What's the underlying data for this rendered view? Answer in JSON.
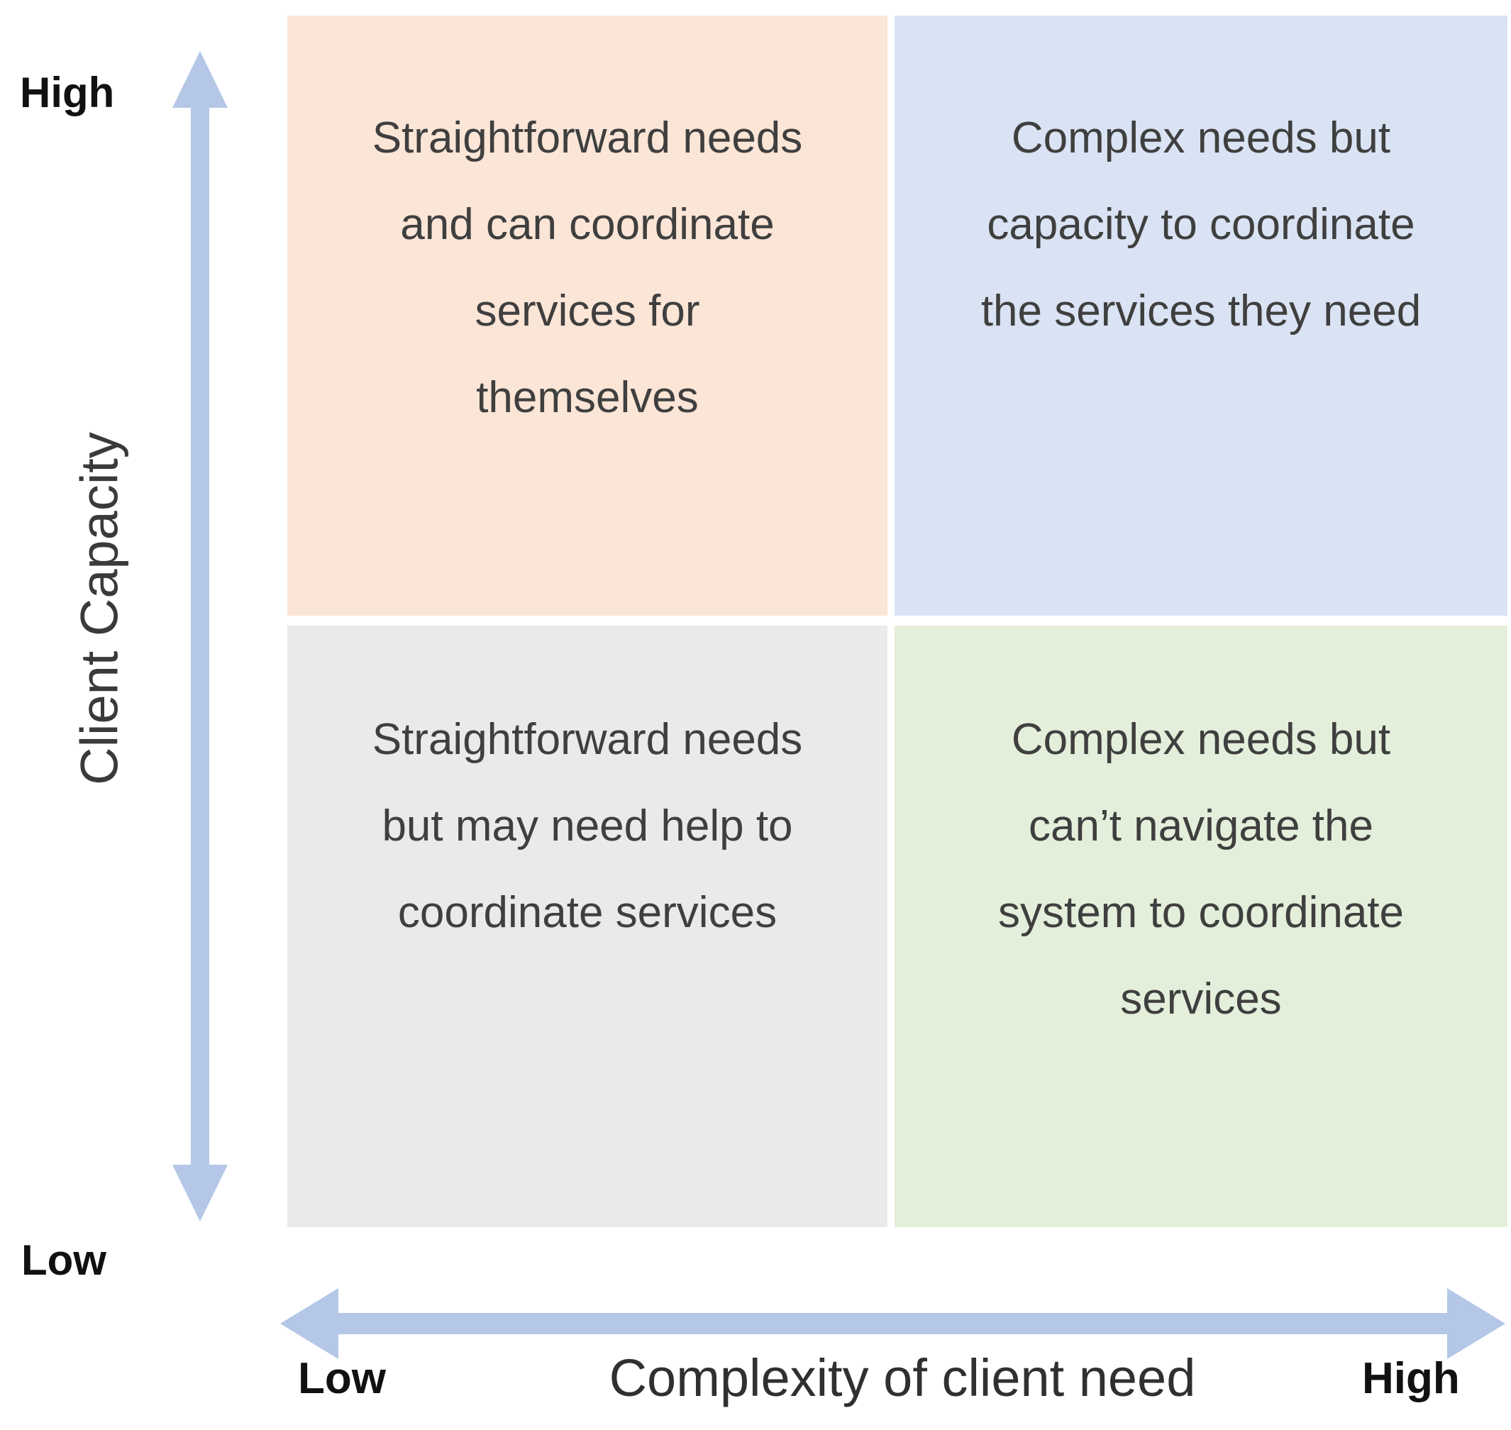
{
  "diagram": {
    "y_axis": {
      "title": "Client Capacity",
      "high_label": "High",
      "low_label": "Low"
    },
    "x_axis": {
      "title": "Complexity of client need",
      "low_label": "Low",
      "high_label": "High"
    },
    "quadrants": {
      "top_left": {
        "color": "#fbe5d6",
        "lines": [
          "Straightforward needs",
          "and can coordinate",
          "services for",
          "themselves"
        ]
      },
      "top_right": {
        "color": "#dae3f3",
        "lines": [
          "Complex needs but",
          "capacity to coordinate",
          "the services they need"
        ]
      },
      "bottom_left": {
        "color": "#eaeaea",
        "lines": [
          "Straightforward needs",
          "but may need help to",
          "coordinate services"
        ]
      },
      "bottom_right": {
        "color": "#e3efda",
        "lines": [
          "Complex needs but",
          "can’t navigate the",
          "system to coordinate",
          "services"
        ]
      }
    },
    "colors": {
      "arrow": "#b4c7e7",
      "quadrant_text": "#3f3f3f",
      "axis_label_text": "#111111"
    }
  }
}
